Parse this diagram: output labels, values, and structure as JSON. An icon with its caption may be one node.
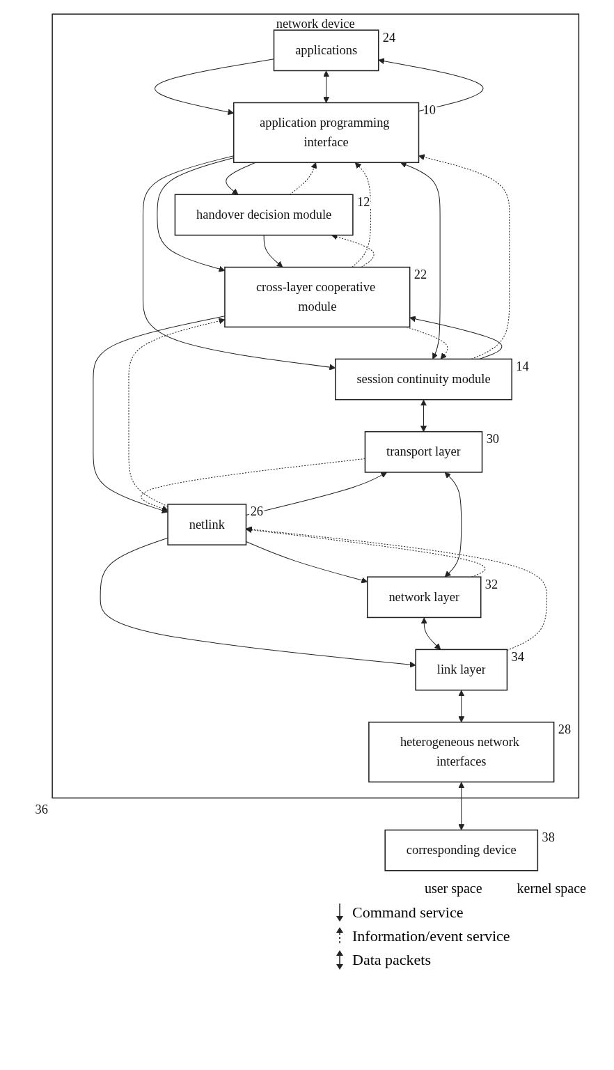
{
  "diagram": {
    "nodes": [
      {
        "text": [
          "network device"
        ],
        "beside": [
          "36"
        ]
      },
      {
        "text": [
          "applications"
        ],
        "in": 0,
        "beside": [
          "24"
        ]
      },
      {
        "text": [
          "application programming interface"
        ],
        "in": 0,
        "beside": [
          "10"
        ]
      },
      {
        "text": [
          "handover decision module"
        ],
        "in": 0,
        "beside": [
          "12"
        ]
      },
      {
        "text": [
          "session continuity module"
        ],
        "in": 0,
        "beside": [
          "14"
        ]
      },
      {
        "text": [
          "cross-layer cooperative module"
        ],
        "in": 0,
        "beside": [
          "22"
        ]
      },
      {
        "text": [
          "netlink"
        ],
        "in": 0,
        "beside": [
          "26"
        ]
      },
      {
        "text": [
          "transport layer"
        ],
        "in": 0,
        "beside": [
          "30"
        ]
      },
      {
        "text": [
          "network layer"
        ],
        "in": 0,
        "beside": [
          "32"
        ]
      },
      {
        "text": [
          "link layer"
        ],
        "in": 0,
        "beside": [
          "34"
        ]
      },
      {
        "text": [
          "heterogeneous network interfaces"
        ],
        "in": 0,
        "beside": [
          "28"
        ]
      },
      {
        "text": [
          "corresponding device"
        ],
        "beside": [
          "38"
        ]
      }
    ],
    "edges": [
      {
        "from": 1,
        "to": 2,
        "arrow": "to"
      },
      {
        "from": 2,
        "to": 1,
        "arrow": "to"
      },
      {
        "from": 1,
        "to": 2,
        "arrow": "both"
      },
      {
        "from": 2,
        "to": 3,
        "arrow": "to"
      },
      {
        "from": 3,
        "to": 2,
        "arrow": "to",
        "style": "dashed"
      },
      {
        "from": 2,
        "to": 5,
        "arrow": "to"
      },
      {
        "from": 5,
        "to": 2,
        "arrow": "to",
        "style": "dashed"
      },
      {
        "from": 2,
        "to": 4,
        "arrow": "to"
      },
      {
        "from": 4,
        "to": 2,
        "arrow": "to",
        "style": "dashed"
      },
      {
        "from": 2,
        "to": 4,
        "arrow": "both"
      },
      {
        "from": 3,
        "to": 5,
        "arrow": "to"
      },
      {
        "from": 5,
        "to": 3,
        "arrow": "to",
        "style": "dashed"
      },
      {
        "from": 4,
        "to": 5,
        "arrow": "to"
      },
      {
        "from": 5,
        "to": 4,
        "arrow": "to",
        "style": "dashed"
      },
      {
        "from": 5,
        "to": 6,
        "arrow": "to"
      },
      {
        "from": 6,
        "to": 5,
        "arrow": "to",
        "style": "dashed"
      },
      {
        "from": 4,
        "to": 7,
        "arrow": "both"
      },
      {
        "from": 7,
        "to": 6,
        "arrow": "to",
        "style": "dashed"
      },
      {
        "from": 6,
        "to": 7,
        "arrow": "to"
      },
      {
        "from": 8,
        "to": 6,
        "arrow": "to",
        "style": "dashed"
      },
      {
        "from": 6,
        "to": 8,
        "arrow": "to"
      },
      {
        "from": 9,
        "to": 6,
        "arrow": "to",
        "style": "dashed"
      },
      {
        "from": 6,
        "to": 9,
        "arrow": "to"
      },
      {
        "from": 7,
        "to": 8,
        "arrow": "both"
      },
      {
        "from": 8,
        "to": 9,
        "arrow": "both"
      },
      {
        "from": 9,
        "to": 10,
        "arrow": "both"
      },
      {
        "from": 10,
        "to": 11,
        "arrow": "both"
      }
    ],
    "labels": [
      "user space",
      "kernel space"
    ],
    "legend": [
      {
        "text": "Command service"
      },
      {
        "text": "Information/event service"
      },
      {
        "text": "Data packets"
      }
    ]
  }
}
